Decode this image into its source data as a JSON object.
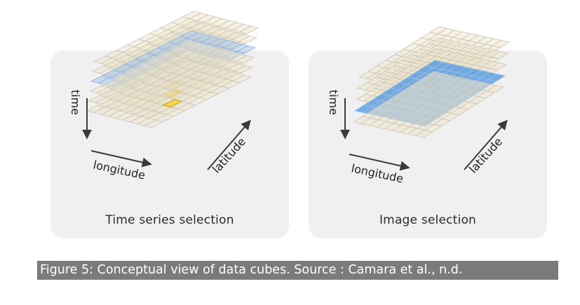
{
  "figure": {
    "panels": [
      {
        "title": "Time series selection",
        "axis_labels": {
          "time": "time",
          "longitude": "longitude",
          "latitude": "latitude"
        }
      },
      {
        "title": "Image selection",
        "axis_labels": {
          "time": "time",
          "longitude": "longitude",
          "latitude": "latitude"
        }
      }
    ],
    "caption_label": "Figure 5:",
    "caption_text": " Conceptual view of data cubes. Source : Camara et al., n.d."
  },
  "colors": {
    "layer": "#efe6cc",
    "grid": "#cbc6b6",
    "highlight_blue": "#5f9fe0",
    "highlight_yellow": "#f2d23c",
    "panel_bg": "#f0f0f0",
    "caption_bg": "#7b7b7b"
  }
}
